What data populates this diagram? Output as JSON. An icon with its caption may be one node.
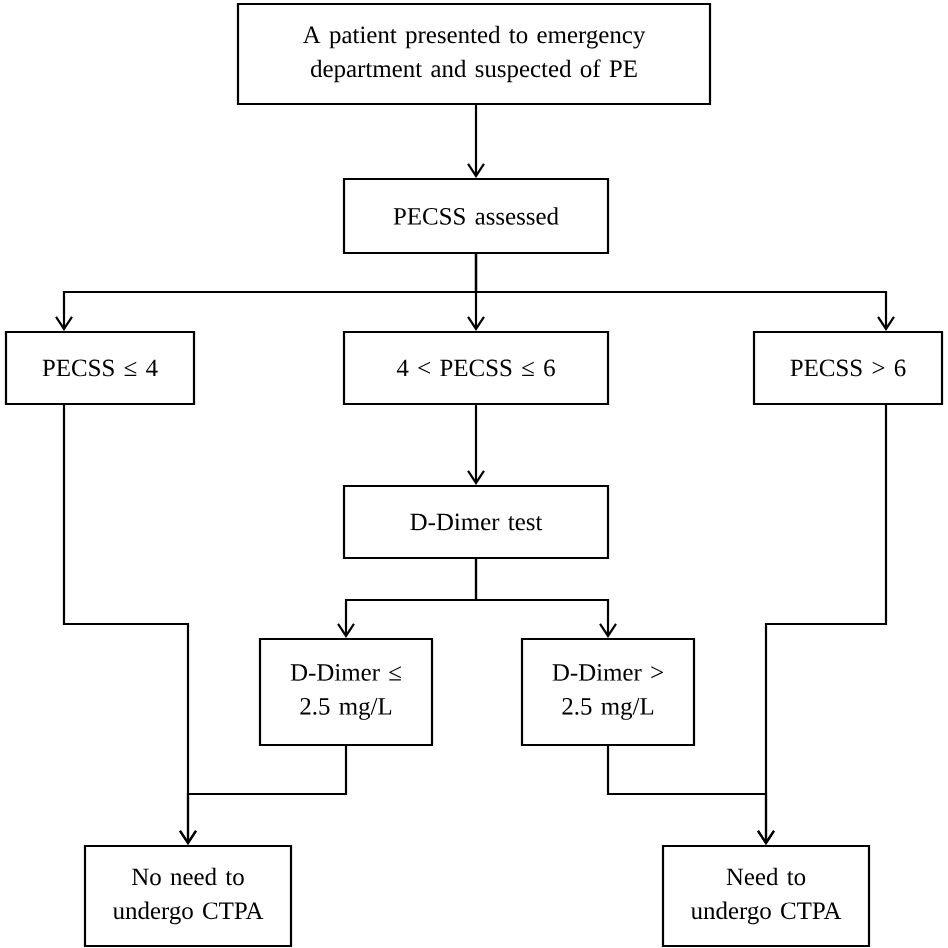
{
  "diagram": {
    "nodes": [
      {
        "text": [
          "A patient presented to emergency department and suspected of PE"
        ]
      },
      {
        "text": [
          "PECSS assessed"
        ]
      },
      {
        "text": [
          "PECSS ≤ 4"
        ]
      },
      {
        "text": [
          "4 < PECSS ≤ 6"
        ]
      },
      {
        "text": [
          "PECSS > 6"
        ]
      },
      {
        "text": [
          "D-Dimer test"
        ]
      },
      {
        "text": [
          "D-Dimer ≤ 2.5 mg/L"
        ]
      },
      {
        "text": [
          "D-Dimer > 2.5 mg/L"
        ]
      },
      {
        "text": [
          "No need to undergo CTPA"
        ]
      },
      {
        "text": [
          "Need to undergo CTPA"
        ]
      }
    ],
    "edges": [
      {
        "from": 0,
        "to": 1,
        "arrow": "to"
      },
      {
        "from": 1,
        "to": 2,
        "arrow": "to"
      },
      {
        "from": 1,
        "to": 3,
        "arrow": "to"
      },
      {
        "from": 1,
        "to": 4,
        "arrow": "to"
      },
      {
        "from": 3,
        "to": 5,
        "arrow": "to"
      },
      {
        "from": 5,
        "to": 6,
        "arrow": "to"
      },
      {
        "from": 5,
        "to": 7,
        "arrow": "to"
      },
      {
        "from": 2,
        "to": 8,
        "arrow": "to"
      },
      {
        "from": 6,
        "to": 8,
        "arrow": "to"
      },
      {
        "from": 7,
        "to": 9,
        "arrow": "to"
      },
      {
        "from": 4,
        "to": 9,
        "arrow": "to"
      }
    ]
  }
}
